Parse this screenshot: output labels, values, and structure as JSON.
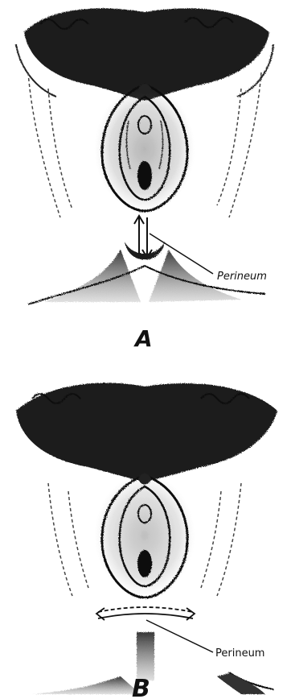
{
  "panels": [
    {
      "id": "A",
      "letter": "A",
      "callout": "Perineum",
      "callout_style": "italic",
      "indicator": "vertical-double-arrow"
    },
    {
      "id": "B",
      "letter": "B",
      "callout": "Perineum",
      "callout_style": "normal",
      "indicator": "horizontal-double-arrow"
    }
  ],
  "colors": {
    "ink": "#111111",
    "shade": "#555555",
    "background": "#ffffff"
  }
}
